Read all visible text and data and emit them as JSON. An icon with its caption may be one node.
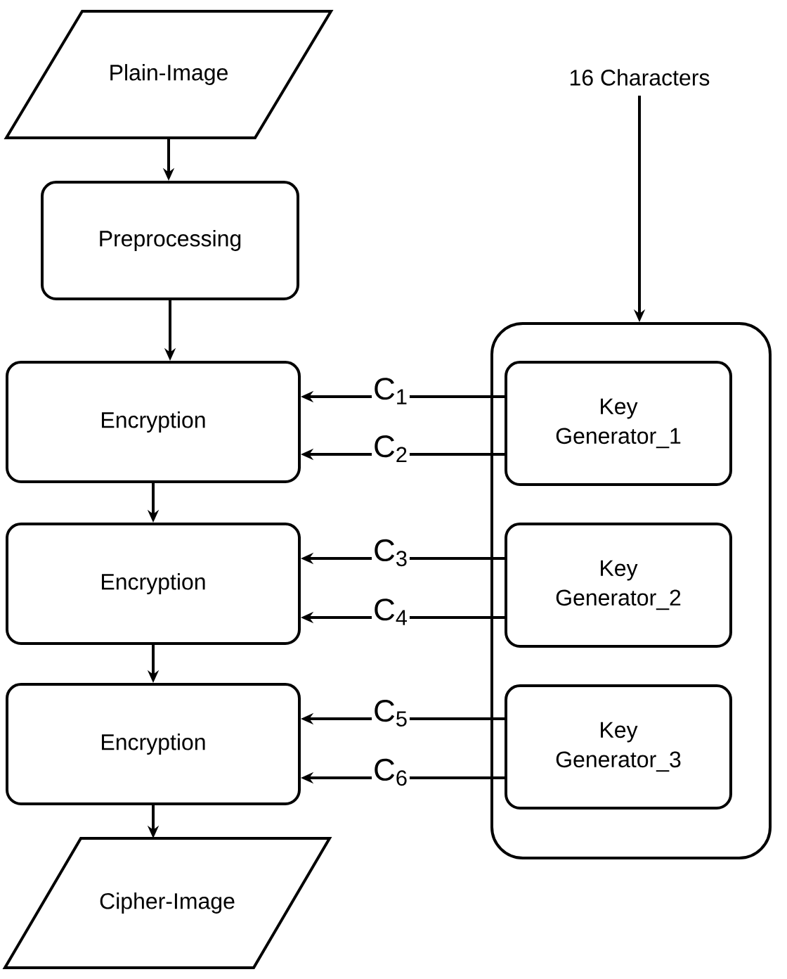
{
  "diagram": {
    "nodes": [
      {
        "text": [
          "Plain-Image"
        ]
      },
      {
        "text": [
          "Preprocessing"
        ]
      },
      {
        "text": [
          "Encryption"
        ]
      },
      {
        "text": [
          "Encryption"
        ]
      },
      {
        "text": [
          "Encryption"
        ]
      },
      {
        "text": [
          "Cipher-Image"
        ]
      },
      {
        "text": [
          "16 Characters"
        ]
      },
      {
        "text": [],
        "shape": "box"
      },
      {
        "text": [
          "Key Generator_1"
        ],
        "in": 7
      },
      {
        "text": [
          "Key Generator_2"
        ],
        "in": 7
      },
      {
        "text": [
          "Key Generator_3"
        ],
        "in": 7
      }
    ],
    "edges": [
      {
        "from": 0,
        "to": 1,
        "arrow": "to"
      },
      {
        "from": 1,
        "to": 2,
        "arrow": "to"
      },
      {
        "from": 2,
        "to": 3,
        "arrow": "to"
      },
      {
        "from": 3,
        "to": 4,
        "arrow": "to"
      },
      {
        "from": 4,
        "to": 5,
        "arrow": "to"
      },
      {
        "from": 6,
        "to": 7,
        "arrow": "to"
      },
      {
        "from": 8,
        "to": 2,
        "arrow": "to",
        "label": "C$_{1}$"
      },
      {
        "from": 8,
        "to": 2,
        "arrow": "to",
        "label": "C$_{2}$"
      },
      {
        "from": 9,
        "to": 3,
        "arrow": "to",
        "label": "C$_{3}$"
      },
      {
        "from": 9,
        "to": 3,
        "arrow": "to",
        "label": "C$_{4}$"
      },
      {
        "from": 10,
        "to": 4,
        "arrow": "to",
        "label": "C$_{5}$"
      },
      {
        "from": 10,
        "to": 4,
        "arrow": "to",
        "label": "C$_{6}$"
      }
    ]
  }
}
